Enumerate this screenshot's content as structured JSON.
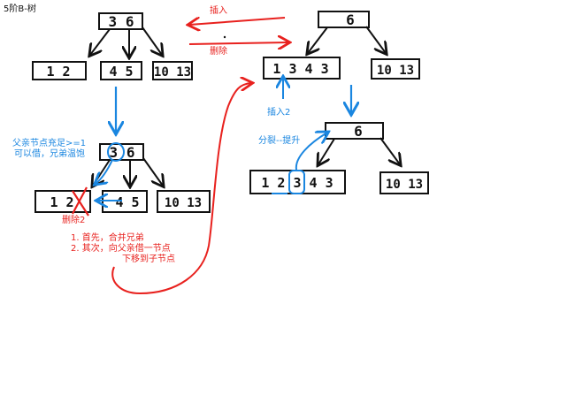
{
  "title": "5阶B-树",
  "colors": {
    "ink": "#111111",
    "red": "#e8211e",
    "blue": "#1a86e0",
    "paper": "#ffffff"
  },
  "labels": {
    "insert": "插入",
    "delete": "删除",
    "insert2": "插入2",
    "delete2": "删除2",
    "split_promote": "分裂--提升",
    "parent_enough_1": "父亲节点充足>=1",
    "parent_enough_2": "可以借，兄弟温饱",
    "step_1": "1. 首先，合并兄弟",
    "step_2": "2. 其次，向父亲借一节点",
    "step_3": "下移到子节点"
  },
  "trees": {
    "left_top": {
      "root": "3 6",
      "children": [
        "1  2",
        "4 5",
        "10 13"
      ]
    },
    "left_bottom": {
      "root": "3 6",
      "children": [
        "1  2",
        "4 5",
        "10 13"
      ]
    },
    "right_top": {
      "root": "6",
      "children": [
        "1 3 4 3",
        "10 13"
      ]
    },
    "right_bottom": {
      "root": "6",
      "children": [
        "1 2 3 4 3",
        "10 13"
      ]
    }
  }
}
